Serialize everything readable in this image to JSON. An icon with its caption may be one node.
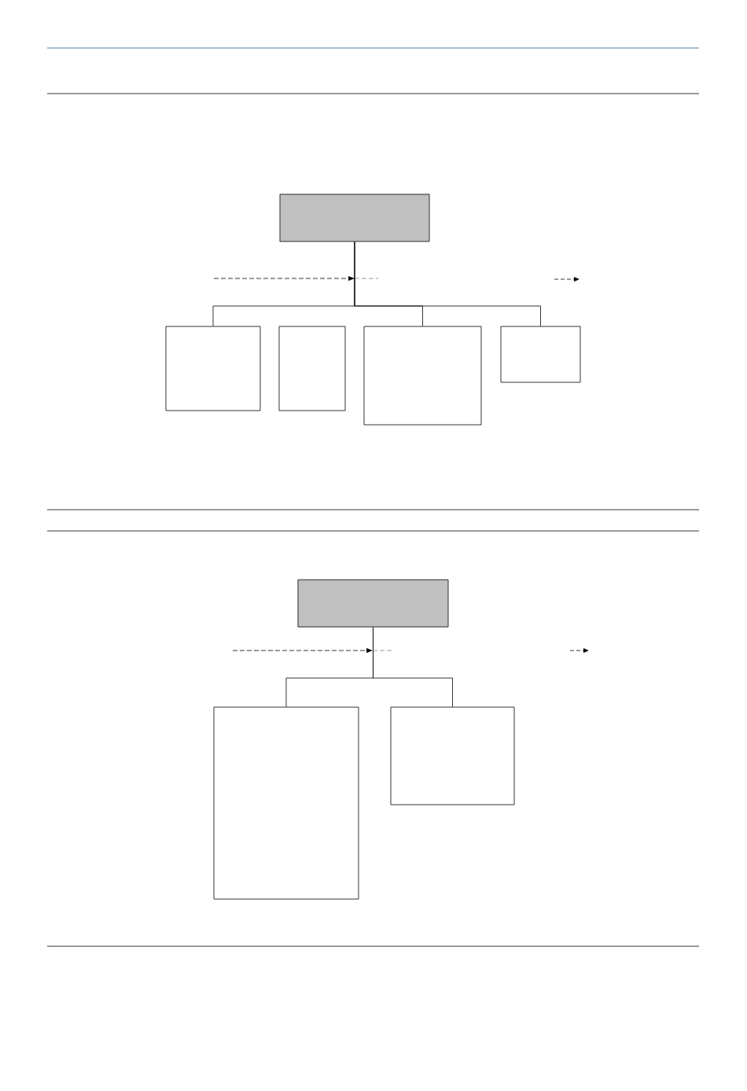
{
  "diagram": {
    "nodes": [
      {
        "text": [],
        "shape": "box"
      },
      {
        "text": [],
        "shape": "box"
      },
      {
        "text": [],
        "shape": "box"
      },
      {
        "text": [],
        "shape": "box"
      },
      {
        "text": [],
        "shape": "box"
      },
      {
        "text": [],
        "shape": "box"
      },
      {
        "text": [],
        "shape": "box"
      },
      {
        "text": [],
        "shape": "box"
      }
    ],
    "edges": [
      {
        "from": 0,
        "to": 1,
        "arrow": "none"
      },
      {
        "from": 0,
        "to": 3,
        "arrow": "none"
      },
      {
        "from": 0,
        "to": 4,
        "arrow": "none"
      },
      {
        "from": 5,
        "to": 6,
        "arrow": "none"
      },
      {
        "from": 5,
        "to": 7,
        "arrow": "none"
      }
    ]
  }
}
